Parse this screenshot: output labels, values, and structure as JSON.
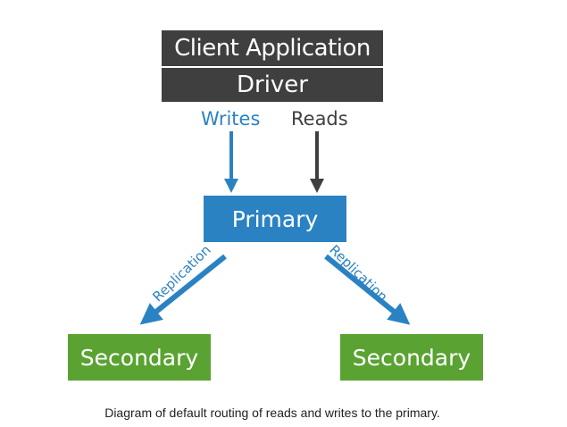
{
  "nodes": {
    "client_application": "Client Application",
    "driver": "Driver",
    "primary": "Primary",
    "secondary_left": "Secondary",
    "secondary_right": "Secondary"
  },
  "edge_labels": {
    "writes": "Writes",
    "reads": "Reads",
    "replication_left": "Replication",
    "replication_right": "Replication"
  },
  "caption": "Diagram of default routing of reads and writes to the primary.",
  "colors": {
    "client_driver": "#3f3f3f",
    "primary": "#2b82c3",
    "secondary": "#5aa332",
    "writes_arrow": "#2b82c3",
    "reads_arrow": "#3f3f3f",
    "replication_arrow": "#2b82c3"
  }
}
